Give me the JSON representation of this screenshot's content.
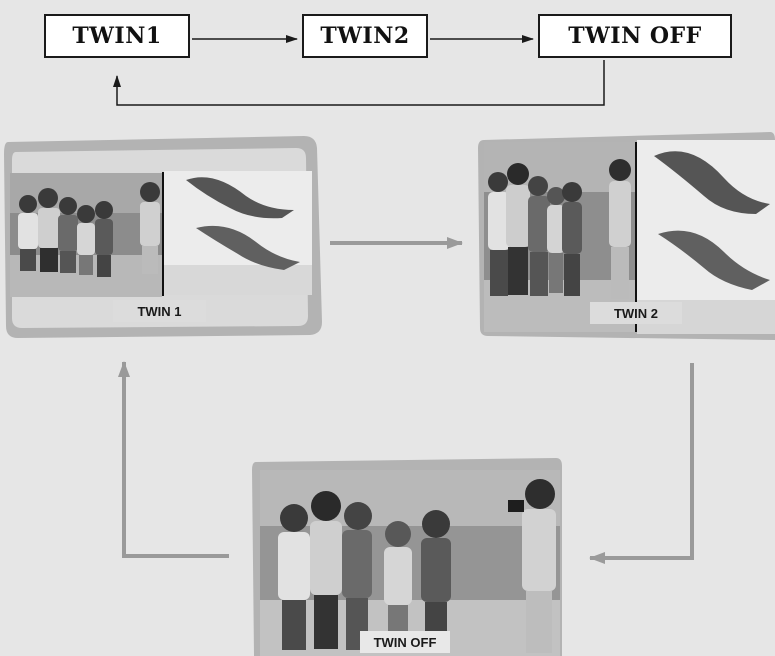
{
  "flow": {
    "boxes": [
      "TWIN1",
      "TWIN2",
      "TWIN OFF"
    ]
  },
  "screens": {
    "twin1_label": "TWIN 1",
    "twin2_label": "TWIN 2",
    "twin_off_label": "TWIN OFF"
  },
  "colors": {
    "background": "#e6e6e6",
    "frame": "#b3b3b3",
    "flow_arrow": "#1a1a1a",
    "screen_arrow": "#9a9a9a"
  },
  "icons": {
    "arrow": "arrow-icon",
    "kids_photo": "children-photo",
    "dolphin_photo": "dolphins-photo"
  }
}
